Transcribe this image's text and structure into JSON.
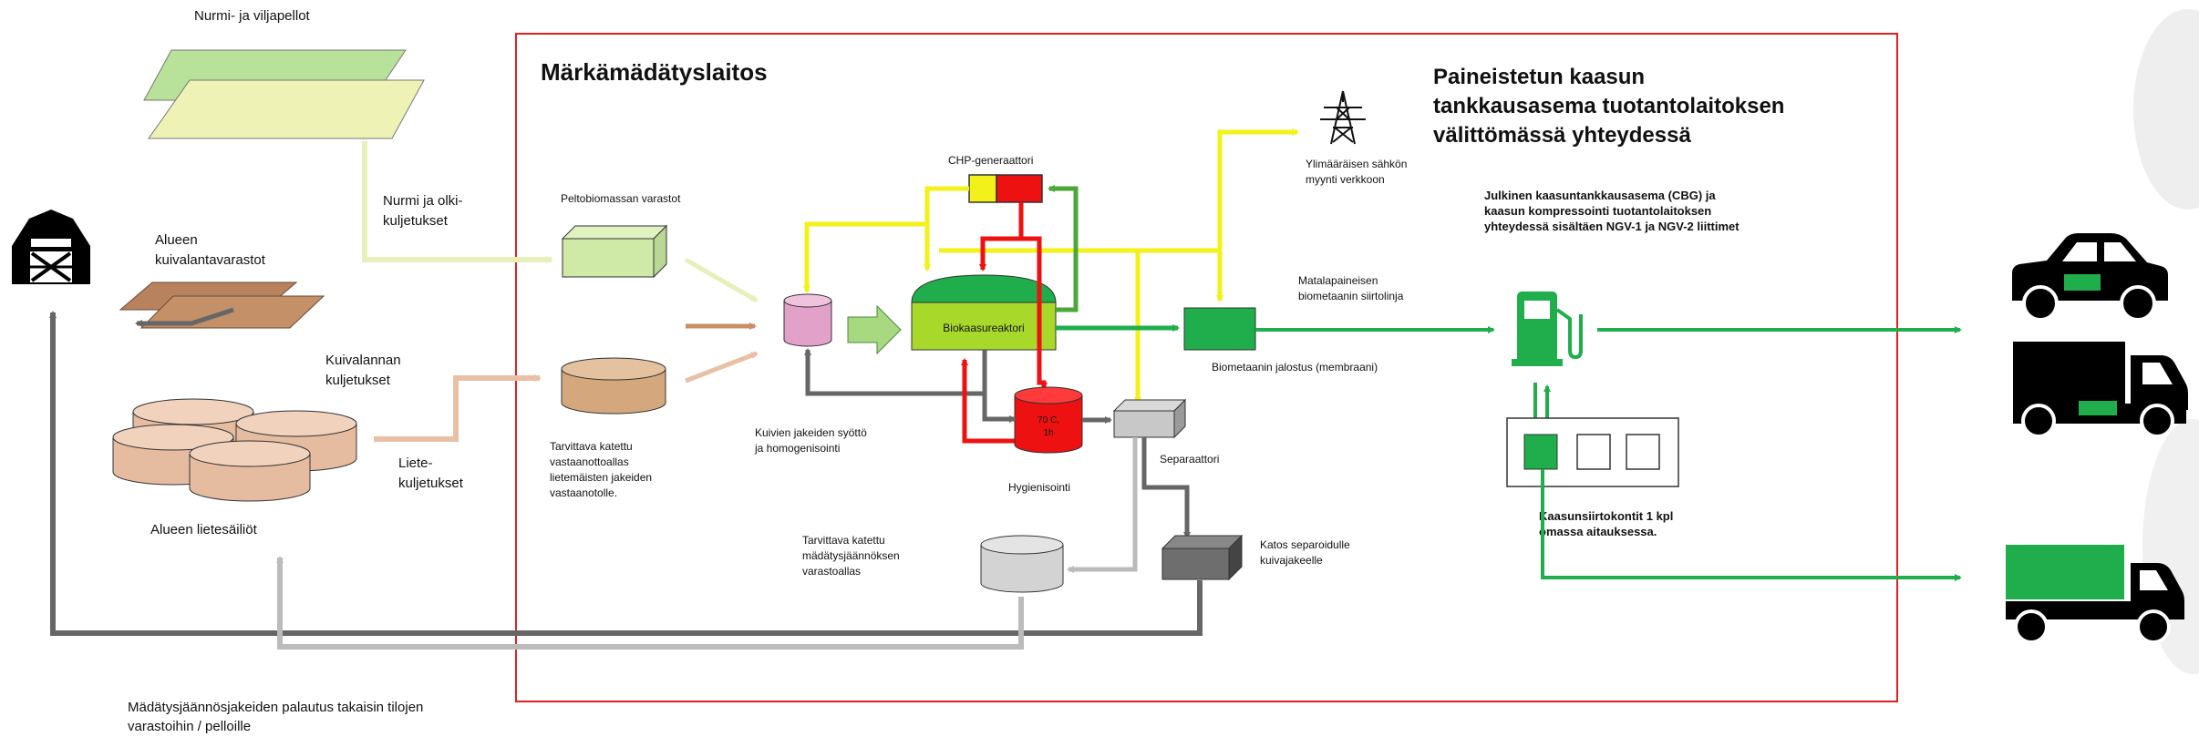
{
  "labels": {
    "fields_title": "Nurmi- ja viljapellot",
    "nurmi_transport_1": "Nurmi ja olki-",
    "nurmi_transport_2": "kuljetukset",
    "dry_storage_1": "Alueen",
    "dry_storage_2": "kuivalantavarastot",
    "dry_transport_1": "Kuivalannan",
    "dry_transport_2": "kuljetukset",
    "slurry_transport_1": "Liete-",
    "slurry_transport_2": "kuljetukset",
    "slurry_tanks": "Alueen lietesäiliöt",
    "return_1": "Mädätysjäännösjakeiden palautus takaisin tilojen",
    "return_2": "varastoihin / pelloille",
    "plant_title": "Märkämädätyslaitos",
    "biomass_storage": "Peltobiomassan varastot",
    "reception_1": "Tarvittava katettu",
    "reception_2": "vastaanottoallas",
    "reception_3": "lietemäisten jakeiden",
    "reception_4": "vastaanotolle.",
    "feed_1": "Kuivien jakeiden syöttö",
    "feed_2": "ja homogenisointi",
    "chp": "CHP-generaattori",
    "reactor": "Biokaasureaktori",
    "hyg_temp_1": "70 C,",
    "hyg_temp_2": "1h",
    "hygienisation": "Hygienisointi",
    "separator": "Separaattori",
    "digestate_1": "Tarvittava katettu",
    "digestate_2": "mädätysjäännöksen",
    "digestate_3": "varastoallas",
    "shelter_1": "Katos separoidulle",
    "shelter_2": "kuivajakeelle",
    "electricity_1": "Ylimääräisen sähkön",
    "electricity_2": "myynti verkkoon",
    "lowp_1": "Matalapaineisen",
    "lowp_2": "biometaanin siirtolinja",
    "upgrading": "Biometaanin jalostus (membraani)",
    "station_title_1": "Paineistetun kaasun",
    "station_title_2": "tankkausasema tuotantolaitoksen",
    "station_title_3": "välittömässä yhteydessä",
    "cbg_1": "Julkinen kaasuntankkausasema (CBG) ja",
    "cbg_2": "kaasun kompressointi tuotantolaitoksen",
    "cbg_3": "yhteydessä sisältäen NGV-1 ja NGV-2 liittimet",
    "containers_1": "Kaasunsiirtokontit 1 kpl",
    "containers_2": "omassa aitauksessa."
  },
  "colors": {
    "boundary": "#e02020",
    "gas_green": "#1fae4b",
    "electricity_yellow": "#f2f21a",
    "heat_red": "#ee1111",
    "flow_gray": "#666666",
    "return_light_gray": "#bbbbbb",
    "straw_flow": "#e6f0b8",
    "dry_manure_flow": "#c98f66",
    "slurry_flow": "#e9c0a5",
    "reactor_green": "#a8d82a"
  },
  "icons": [
    "barn-icon",
    "power-pylon-icon",
    "fuel-pump-icon",
    "car-icon",
    "truck-icon",
    "container-truck-icon"
  ]
}
